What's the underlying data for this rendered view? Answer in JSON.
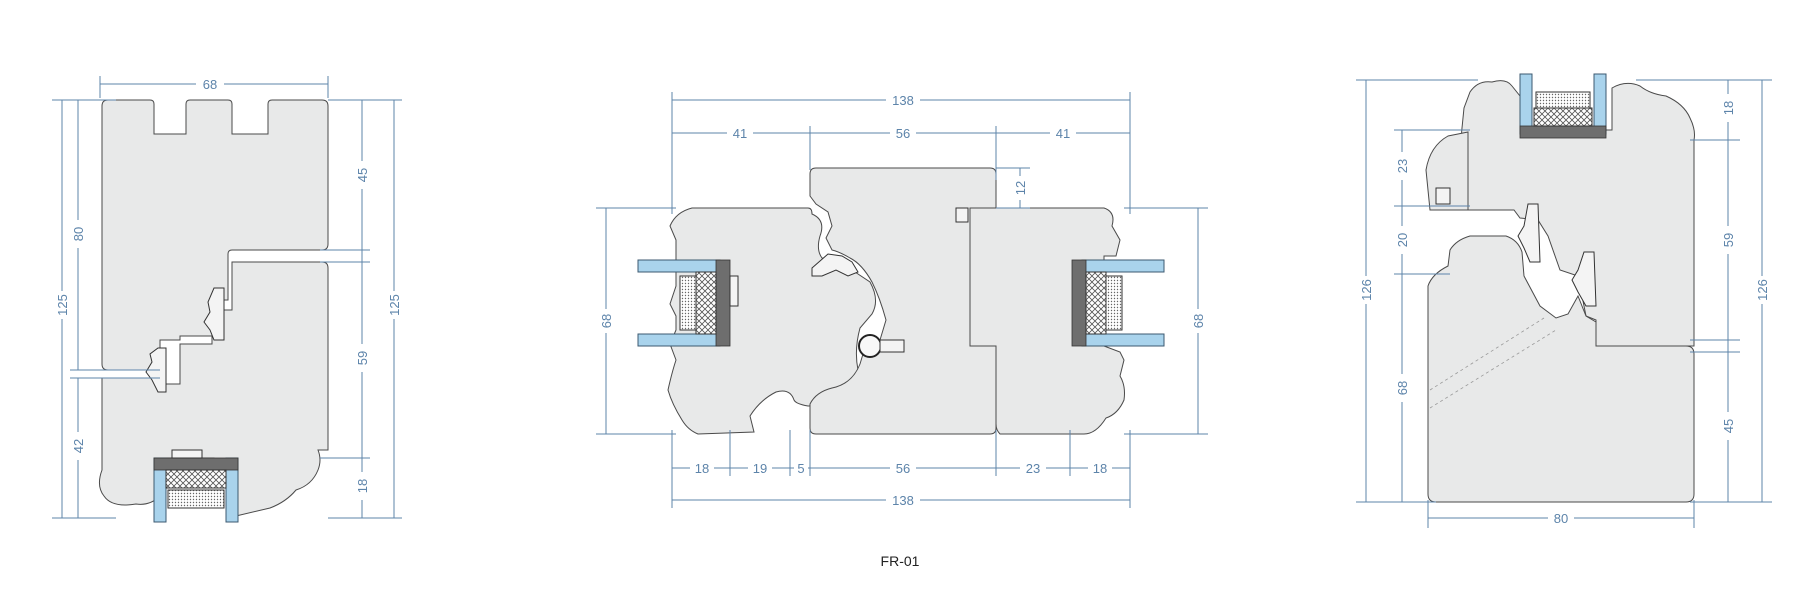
{
  "caption": "FR-01",
  "colors": {
    "dimension": "#5d84aa",
    "wood": "#e8e9e9",
    "glass": "#a9d3ec",
    "seal": "#6e6e6e"
  },
  "left_section": {
    "top_width": "68",
    "left_outer_height": "125",
    "left_upper": "80",
    "left_lower": "42",
    "right_outer_height": "125",
    "right_top": "45",
    "right_mid": "59",
    "right_bottom": "18"
  },
  "middle_section": {
    "overall_top": "138",
    "top_left": "41",
    "top_mid": "56",
    "top_right": "41",
    "step": "12",
    "left_height": "68",
    "right_height": "68",
    "bottom_segments": [
      "18",
      "19",
      "5",
      "56",
      "23",
      "18"
    ],
    "overall_bottom": "138"
  },
  "right_section": {
    "left_outer_height": "126",
    "left_top": "23",
    "left_mid": "20",
    "left_bottom": "68",
    "right_outer_height": "126",
    "right_top": "18",
    "right_mid": "59",
    "right_bottom": "45",
    "bottom_width": "80"
  }
}
